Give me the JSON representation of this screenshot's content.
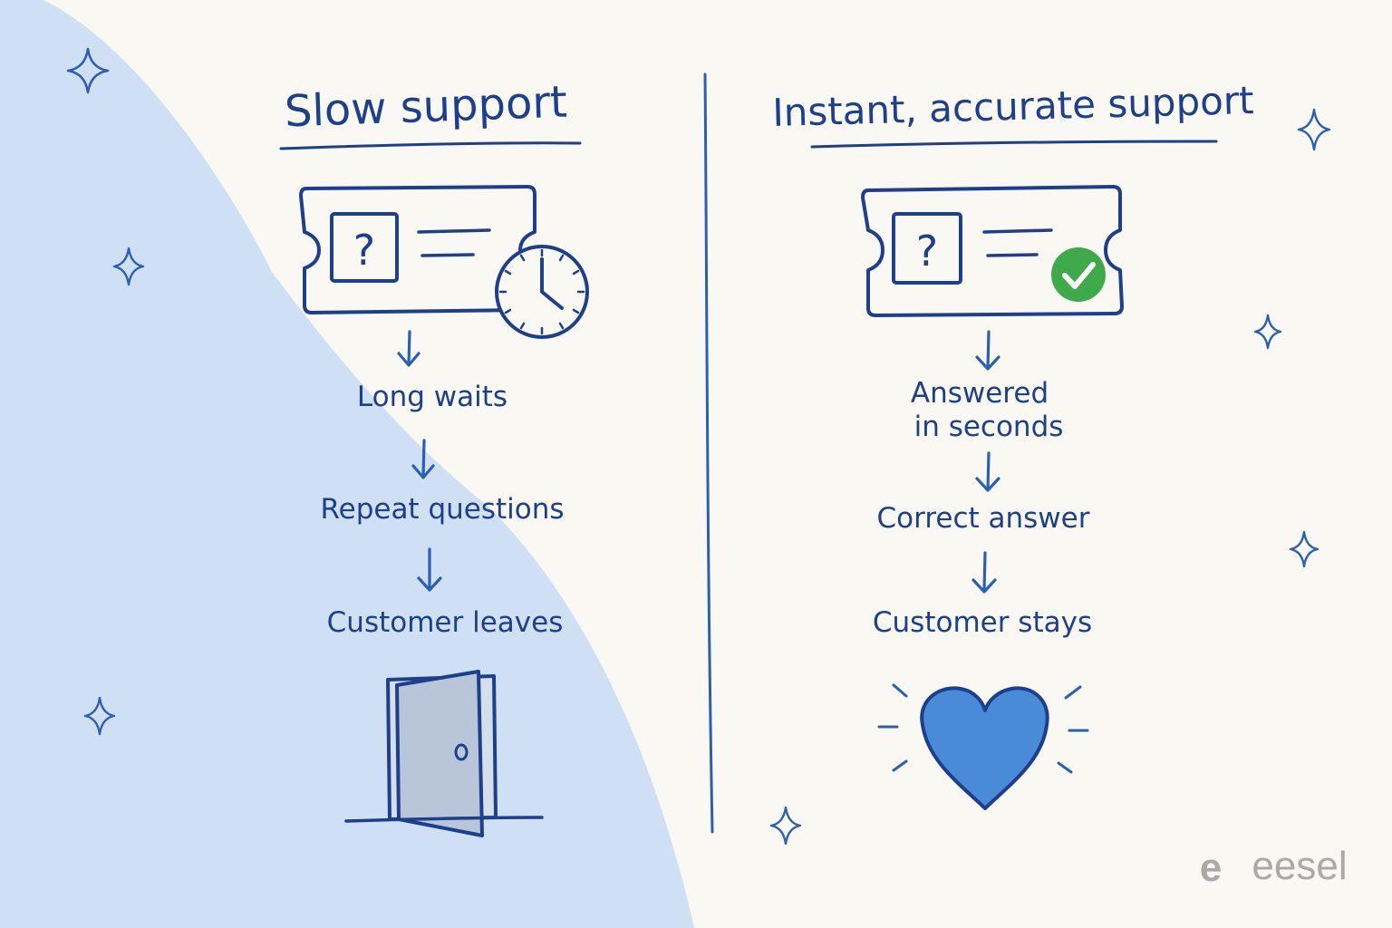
{
  "left": {
    "title": "Slow support",
    "steps": [
      "Long waits",
      "Repeat questions",
      "Customer leaves"
    ]
  },
  "right": {
    "title": "Instant, accurate support",
    "steps": [
      "Answered",
      "in seconds",
      "Correct answer",
      "Customer stays"
    ]
  },
  "ticket": {
    "glyph": "?"
  },
  "brand": {
    "name": "eesel",
    "mark": "e"
  },
  "colors": {
    "background": "#f9f8f3",
    "wave": "#cfe0f4",
    "ink": "#1d3f8c",
    "heart": "#4a8bd8",
    "check": "#3eaa4a",
    "door": "#b9c6d9",
    "logo": "#a9a9a9"
  },
  "icons": [
    "clock-icon",
    "check-icon",
    "door-icon",
    "heart-icon",
    "sparkle-icon",
    "arrow-down-icon"
  ]
}
